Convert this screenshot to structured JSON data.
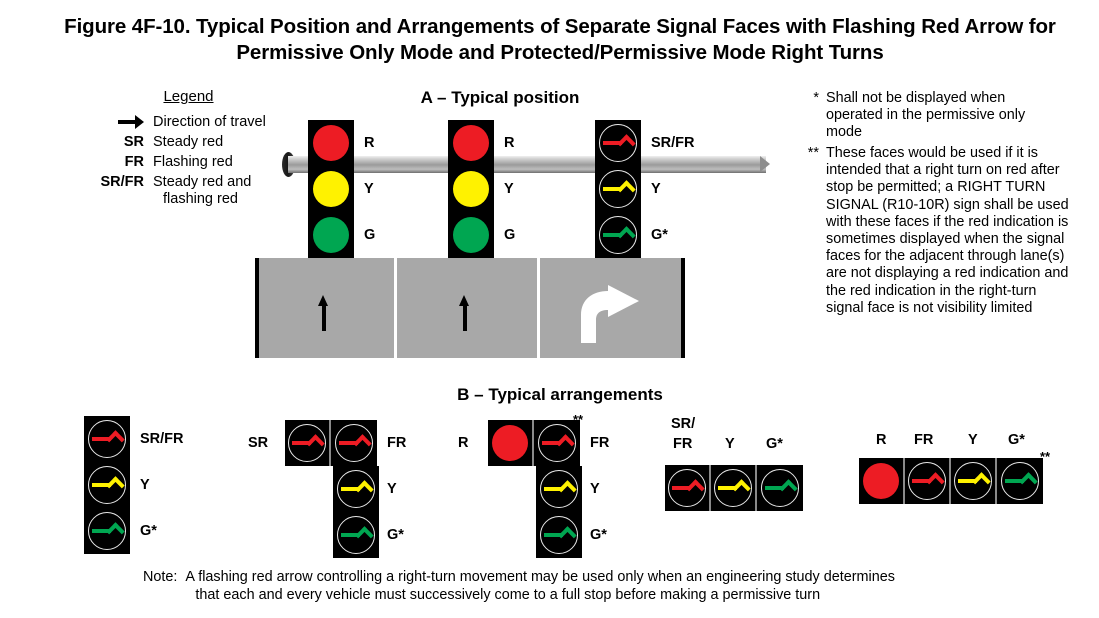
{
  "figure": {
    "title": "Figure 4F-10.  Typical Position and Arrangements of Separate Signal Faces with Flashing Red Arrow for Permissive Only Mode and Protected/Permissive Mode Right Turns"
  },
  "legend": {
    "heading": "Legend",
    "items": [
      {
        "key": "",
        "icon": "right-arrow-icon",
        "label": "Direction of travel"
      },
      {
        "key": "SR",
        "label": "Steady red"
      },
      {
        "key": "FR",
        "label": "Flashing red"
      },
      {
        "key": "SR/FR",
        "label": "Steady red and",
        "label_cont": "flashing red"
      }
    ]
  },
  "section_a": {
    "heading": "A – Typical position",
    "signal_heads": [
      {
        "name": "through-signal-left",
        "indications": [
          {
            "type": "ball",
            "color": "red",
            "label": "R"
          },
          {
            "type": "ball",
            "color": "yellow",
            "label": "Y"
          },
          {
            "type": "ball",
            "color": "green",
            "label": "G"
          }
        ]
      },
      {
        "name": "through-signal-middle",
        "indications": [
          {
            "type": "ball",
            "color": "red",
            "label": "R"
          },
          {
            "type": "ball",
            "color": "yellow",
            "label": "Y"
          },
          {
            "type": "ball",
            "color": "green",
            "label": "G"
          }
        ]
      },
      {
        "name": "right-turn-signal",
        "indications": [
          {
            "type": "arrow",
            "color": "red",
            "label": "SR/FR"
          },
          {
            "type": "arrow",
            "color": "yellow",
            "label": "Y"
          },
          {
            "type": "arrow",
            "color": "green",
            "label": "G*"
          }
        ]
      }
    ],
    "roadway": {
      "lanes": [
        {
          "name": "through-lane-1",
          "marking": "straight-arrow"
        },
        {
          "name": "through-lane-2",
          "marking": "straight-arrow"
        },
        {
          "name": "right-turn-lane",
          "marking": "right-turn-arrow"
        }
      ]
    }
  },
  "section_b": {
    "heading": "B – Typical arrangements",
    "arrangements": [
      {
        "name": "arrangement-1-vertical",
        "rows": [
          {
            "cells": [
              {
                "type": "arrow",
                "color": "red"
              }
            ],
            "label_right": "SR/FR"
          },
          {
            "cells": [
              {
                "type": "arrow",
                "color": "yellow"
              }
            ],
            "label_right": "Y"
          },
          {
            "cells": [
              {
                "type": "arrow",
                "color": "green"
              }
            ],
            "label_right": "G*"
          }
        ]
      },
      {
        "name": "arrangement-2-tee",
        "rows": [
          {
            "cells": [
              {
                "type": "arrow",
                "color": "red"
              },
              {
                "type": "arrow",
                "color": "red"
              }
            ],
            "label_left": "SR",
            "label_right": "FR"
          },
          {
            "cells": [
              {
                "type": "arrow",
                "color": "yellow"
              }
            ],
            "label_right": "Y"
          },
          {
            "cells": [
              {
                "type": "arrow",
                "color": "green"
              }
            ],
            "label_right": "G*"
          }
        ]
      },
      {
        "name": "arrangement-3-tee-with-ball",
        "footnote_mark": "**",
        "rows": [
          {
            "cells": [
              {
                "type": "ball",
                "color": "red"
              },
              {
                "type": "arrow",
                "color": "red"
              }
            ],
            "label_left": "R",
            "label_right": "FR"
          },
          {
            "cells": [
              {
                "type": "arrow",
                "color": "yellow"
              }
            ],
            "label_right": "Y"
          },
          {
            "cells": [
              {
                "type": "arrow",
                "color": "green"
              }
            ],
            "label_right": "G*"
          }
        ]
      },
      {
        "name": "arrangement-4-horizontal",
        "labels_above": [
          "SR/",
          "FR",
          "Y",
          "G*"
        ],
        "label_line1": "SR/",
        "label_line2": "FR",
        "label_y": "Y",
        "label_g": "G*",
        "cells": [
          {
            "type": "arrow",
            "color": "red"
          },
          {
            "type": "arrow",
            "color": "yellow"
          },
          {
            "type": "arrow",
            "color": "green"
          }
        ]
      },
      {
        "name": "arrangement-5-horizontal-with-ball",
        "footnote_mark": "**",
        "labels_above": [
          "R",
          "FR",
          "Y",
          "G*"
        ],
        "cells": [
          {
            "type": "ball",
            "color": "red"
          },
          {
            "type": "arrow",
            "color": "red"
          },
          {
            "type": "arrow",
            "color": "yellow"
          },
          {
            "type": "arrow",
            "color": "green"
          }
        ]
      }
    ]
  },
  "footnotes": [
    {
      "mark": "*",
      "text": "Shall not be displayed when operated in the permissive only mode"
    },
    {
      "mark": "**",
      "text": "These faces would be used if it is intended that a right turn on red after stop be permitted; a RIGHT TURN SIGNAL (R10-10R) sign shall be used with these faces if the red indication is sometimes displayed when the signal faces for the adjacent through lane(s) are not displaying a red indication and the red indication in the right-turn signal face is not visibility limited"
    }
  ],
  "note": {
    "label": "Note:",
    "line1": "A flashing red arrow controlling a right-turn movement may be used only when an engineering study determines",
    "line2": "that each and every vehicle must successively come to a full stop before making a permissive turn"
  },
  "colors": {
    "red": "#ed1c24",
    "yellow": "#fff200",
    "green": "#00a651",
    "housing": "#000000",
    "pavement": "#a8a8a8",
    "mast_arm": "#9b9b9b"
  }
}
